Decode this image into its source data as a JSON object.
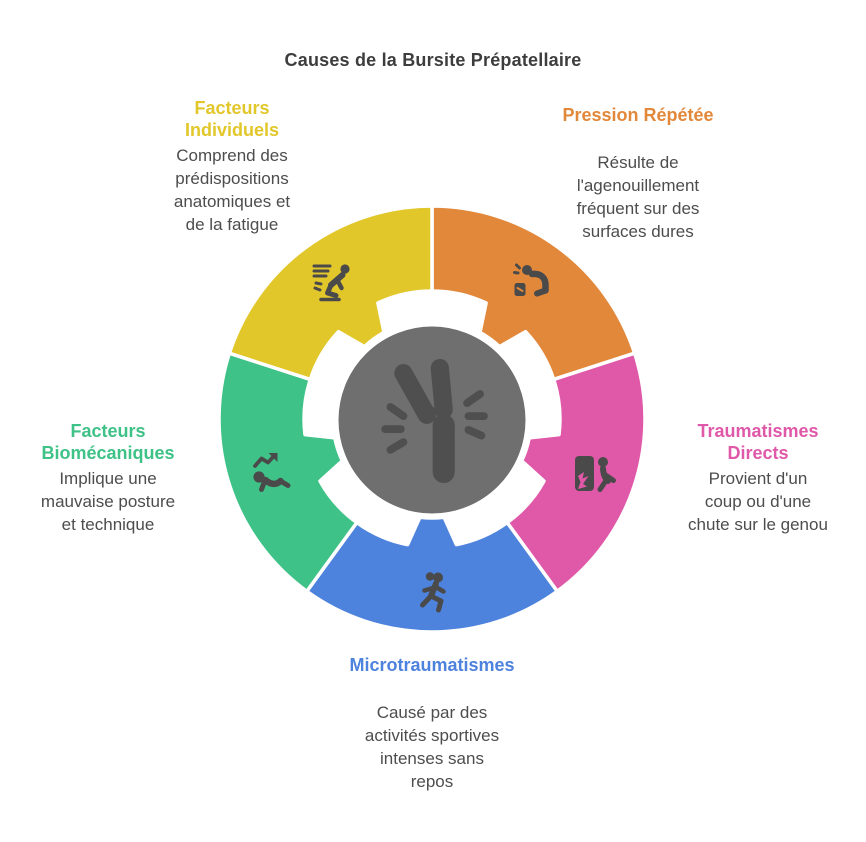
{
  "title": {
    "text": "Causes de la Bursite Prépatellaire",
    "color": "#3d3d3d"
  },
  "center": {
    "icon": "knee-joint-pain",
    "bg_color": "#6f6f6f",
    "icon_color": "#4f4f4f",
    "ring_color": "#ffffff"
  },
  "icon_color": "#4a4a4a",
  "sections": [
    {
      "id": "facteurs-individuels",
      "title": "Facteurs\nIndividuels",
      "body": "Comprend des\nprédispositions\nanatomiques et\nde la fatigue",
      "color": "#e2c72b",
      "icon": "skater",
      "position": "top-left"
    },
    {
      "id": "pression-repetee",
      "title": "Pression Répétée",
      "body": "Résulte de\nl'agenouillement\nfréquent sur des\nsurfaces dures",
      "color": "#e2883b",
      "icon": "kneeling-person",
      "position": "top-right"
    },
    {
      "id": "traumatismes-directs",
      "title": "Traumatismes\nDirects",
      "body": "Provient d'un\ncoup ou d'une\nchute sur le genou",
      "color": "#e058a8",
      "icon": "collision-fall",
      "position": "right"
    },
    {
      "id": "microtraumatismes",
      "title": "Microtraumatismes",
      "body": "Causé par des\nactivités sportives\nintenses sans\nrepos",
      "color": "#4d82dd",
      "icon": "runner",
      "position": "bottom"
    },
    {
      "id": "facteurs-biomecaniques",
      "title": "Facteurs\nBiomécaniques",
      "body": "Implique une\nmauvaise posture\net technique",
      "color": "#3fc287",
      "icon": "crawl-progress",
      "position": "left"
    }
  ]
}
